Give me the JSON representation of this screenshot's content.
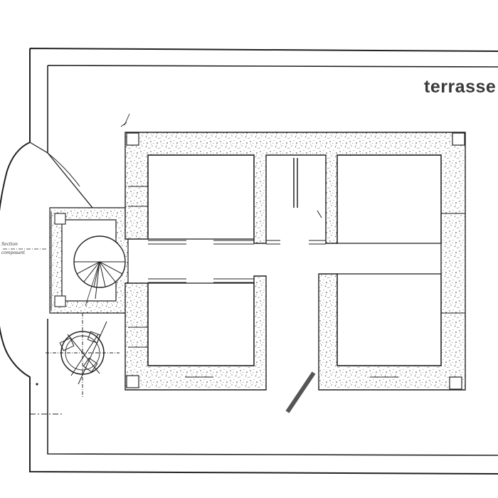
{
  "plan": {
    "label": "terrasse",
    "annotation_line1": "Section",
    "annotation_line2": "composant"
  }
}
